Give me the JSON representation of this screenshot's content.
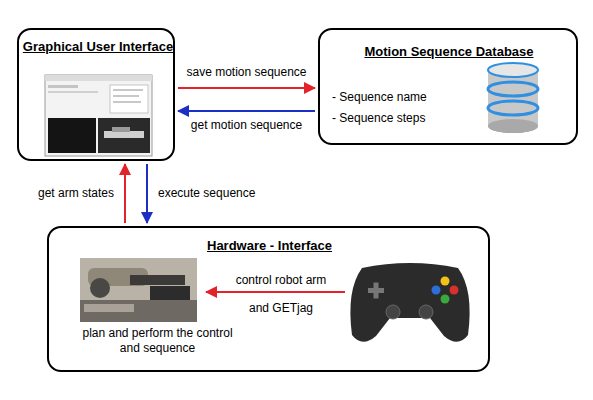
{
  "diagram": {
    "nodes": [
      {
        "text": [
          "Graphical User Interface"
        ]
      },
      {
        "text": [
          "Motion Sequence Database",
          "- Sequence name",
          "- Sequence steps"
        ]
      },
      {
        "text": [
          "Hardware - Interface",
          "plan and perform the control and sequence"
        ]
      }
    ],
    "edges": [
      {
        "from": 0,
        "to": 1,
        "label": "save motion sequence",
        "arrow": "to"
      },
      {
        "from": 1,
        "to": 0,
        "label": "get motion sequence",
        "arrow": "to"
      },
      {
        "from": 2,
        "to": 0,
        "label": "get arm states",
        "arrow": "to"
      },
      {
        "from": 0,
        "to": 2,
        "label": "execute sequence",
        "arrow": "to"
      }
    ],
    "labels": [
      "control robot arm and GETjag"
    ]
  }
}
